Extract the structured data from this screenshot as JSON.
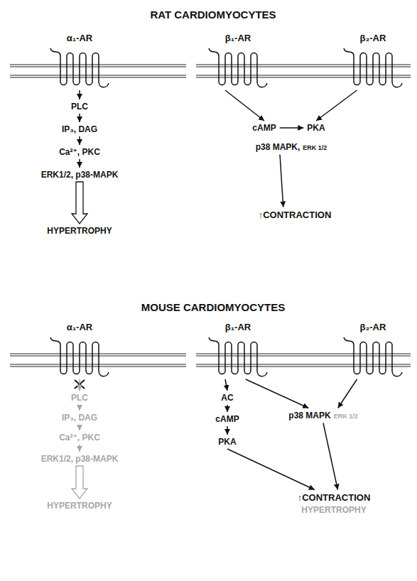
{
  "diagram": {
    "title": "RAT CARDIOMYOCYTES",
    "nodes": [
      {
        "text": [
          "α₁-AR"
        ]
      },
      {
        "text": [
          "β₁-AR"
        ]
      },
      {
        "text": [
          "β₂-AR"
        ]
      },
      {
        "text": [
          "PLC"
        ]
      },
      {
        "text": [
          "IP₃, DAG"
        ]
      },
      {
        "text": [
          "Ca²⁺, PKC"
        ]
      },
      {
        "text": [
          "ERK1/2, p38-MAPK"
        ]
      },
      {
        "text": [
          "HYPERTROPHY"
        ]
      },
      {
        "text": [
          "cAMP"
        ]
      },
      {
        "text": [
          "PKA"
        ]
      },
      {
        "text": [
          "p38 MAPK,",
          "ERK 1/2"
        ]
      },
      {
        "text": [
          "↑CONTRACTION"
        ]
      },
      {
        "text": [
          "α₁-AR"
        ]
      },
      {
        "text": [
          "β₁-AR"
        ]
      },
      {
        "text": [
          "β₂-AR"
        ]
      },
      {
        "text": [
          "PLC"
        ]
      },
      {
        "text": [
          "IP₃, DAG"
        ]
      },
      {
        "text": [
          "Ca²⁺, PKC"
        ]
      },
      {
        "text": [
          "ERK1/2, p38-MAPK"
        ]
      },
      {
        "text": [
          "HYPERTROPHY"
        ]
      },
      {
        "text": [
          "AC"
        ]
      },
      {
        "text": [
          "cAMP"
        ]
      },
      {
        "text": [
          "PKA"
        ]
      },
      {
        "text": [
          "p38 MAPK",
          "ERK 1/2"
        ]
      },
      {
        "text": [
          "↑CONTRACTION"
        ]
      }
    ],
    "edges": [
      {
        "from": 0,
        "to": 3,
        "arrow": "to"
      },
      {
        "from": 3,
        "to": 4,
        "arrow": "to"
      },
      {
        "from": 4,
        "to": 5,
        "arrow": "to"
      },
      {
        "from": 5,
        "to": 6,
        "arrow": "to"
      },
      {
        "from": 6,
        "to": 7,
        "arrow": "to"
      },
      {
        "from": 1,
        "to": 8,
        "arrow": "to"
      },
      {
        "from": 2,
        "to": 9,
        "arrow": "to"
      },
      {
        "from": 8,
        "to": 9,
        "arrow": "to"
      },
      {
        "from": 10,
        "to": 11,
        "arrow": "to"
      },
      {
        "from": 12,
        "to": 15,
        "arrow": "to"
      },
      {
        "from": 15,
        "to": 16,
        "arrow": "to"
      },
      {
        "from": 16,
        "to": 17,
        "arrow": "to"
      },
      {
        "from": 17,
        "to": 18,
        "arrow": "to"
      },
      {
        "from": 18,
        "to": 19,
        "arrow": "to"
      },
      {
        "from": 13,
        "to": 20,
        "arrow": "to"
      },
      {
        "from": 20,
        "to": 21,
        "arrow": "to"
      },
      {
        "from": 21,
        "to": 22,
        "arrow": "to"
      },
      {
        "from": 13,
        "to": 23,
        "arrow": "to"
      },
      {
        "from": 14,
        "to": 23,
        "arrow": "to"
      },
      {
        "from": 22,
        "to": 24,
        "arrow": "to"
      },
      {
        "from": 23,
        "to": 24,
        "arrow": "to"
      }
    ],
    "labels": [
      "MOUSE CARDIOMYOCYTES",
      "HYPERTROPHY"
    ]
  }
}
